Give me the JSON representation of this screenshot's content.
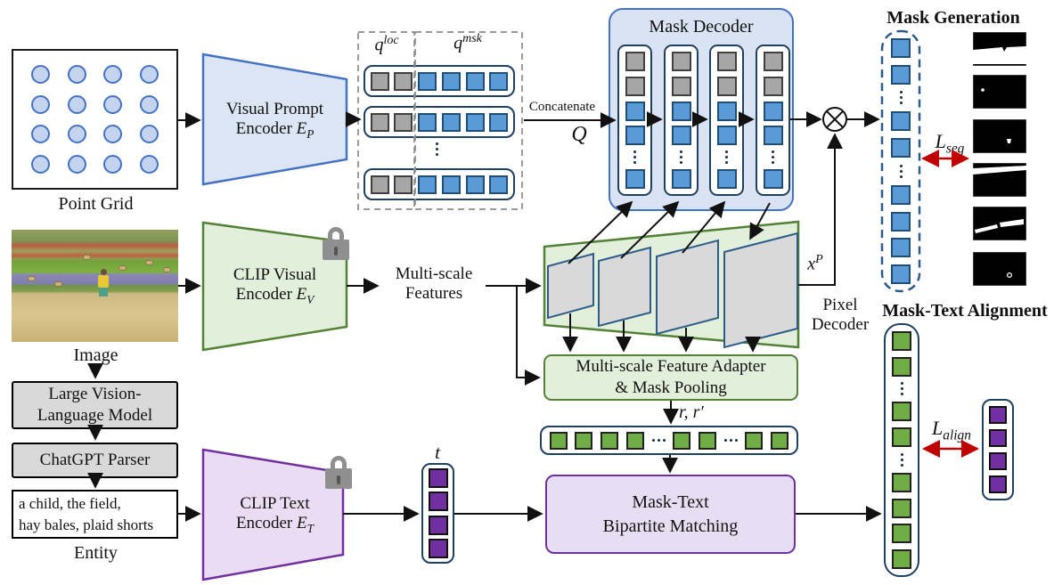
{
  "colors": {
    "blue_token": "#5b9bd5",
    "gray_token": "#a6a6a6",
    "green_token": "#70ad47",
    "purple_token": "#7030a0",
    "decoder_bg": "#dae3f3",
    "blue_border": "#4472c4",
    "green_fill": "#e2efda",
    "green_border": "#538135",
    "purple_fill": "#e8def3",
    "purple_border": "#7030a0",
    "loss_arrow_red": "#c00000"
  },
  "point_grid": {
    "label": "Point Grid"
  },
  "visual_prompt_encoder": {
    "line1": "Visual Prompt",
    "encoder_word": "Encoder",
    "symbol": "E",
    "sub": "P"
  },
  "queries": {
    "q_loc_base": "q",
    "q_loc_sup": "loc",
    "q_msk_base": "q",
    "q_msk_sup": "msk",
    "row_pattern": [
      "gray",
      "gray",
      "blue",
      "blue",
      "blue",
      "blue"
    ]
  },
  "concatenate": {
    "label": "Concatenate",
    "symbol": "Q"
  },
  "mask_decoder": {
    "title": "Mask Decoder",
    "column_pattern": [
      "gray",
      "gray",
      "blue",
      "blue",
      "vdots",
      "blue"
    ]
  },
  "mask_generation": {
    "title": "Mask Generation",
    "column_pattern": [
      "blue",
      "blue",
      "vdots",
      "blue",
      "blue",
      "vdots",
      "blue",
      "blue",
      "blue",
      "blue"
    ],
    "loss_base": "L",
    "loss_sub": "seg",
    "mask_count": 6
  },
  "image_input": {
    "label": "Image"
  },
  "clip_visual_encoder": {
    "line1": "CLIP Visual",
    "encoder_word": "Encoder",
    "symbol": "E",
    "sub": "V"
  },
  "multiscale_features": {
    "line1": "Multi-scale",
    "line2": "Features"
  },
  "pixel_decoder": {
    "line1": "Pixel",
    "line2": "Decoder",
    "output_base": "x",
    "output_sup": "P"
  },
  "adapter": {
    "line1": "Multi-scale Feature Adapter",
    "line2": "& Mask Pooling",
    "output_label": "r, r′"
  },
  "region_tokens": {
    "row_pattern": [
      "green",
      "green",
      "green",
      "green",
      "hdots",
      "green",
      "green",
      "hdots",
      "green",
      "green"
    ]
  },
  "lvlm": {
    "line1": "Large Vision-",
    "line2": "Language Model"
  },
  "chatgpt_parser": {
    "label": "ChatGPT Parser"
  },
  "entity": {
    "line1": "a child, the field,",
    "line2": "hay bales, plaid shorts",
    "label": "Entity"
  },
  "clip_text_encoder": {
    "line1": "CLIP Text",
    "encoder_word": "Encoder",
    "symbol": "E",
    "sub": "T",
    "output_symbol": "t",
    "token_pattern": [
      "purple",
      "purple",
      "purple",
      "purple"
    ]
  },
  "matching": {
    "line1": "Mask-Text",
    "line2": "Bipartite Matching"
  },
  "alignment": {
    "title": "Mask-Text Alignment",
    "mask_column_pattern": [
      "green",
      "green",
      "vdots",
      "green",
      "green",
      "vdots",
      "green",
      "green",
      "green",
      "green"
    ],
    "text_column_pattern": [
      "purple",
      "purple",
      "purple",
      "purple"
    ],
    "loss_base": "L",
    "loss_sub": "align"
  }
}
